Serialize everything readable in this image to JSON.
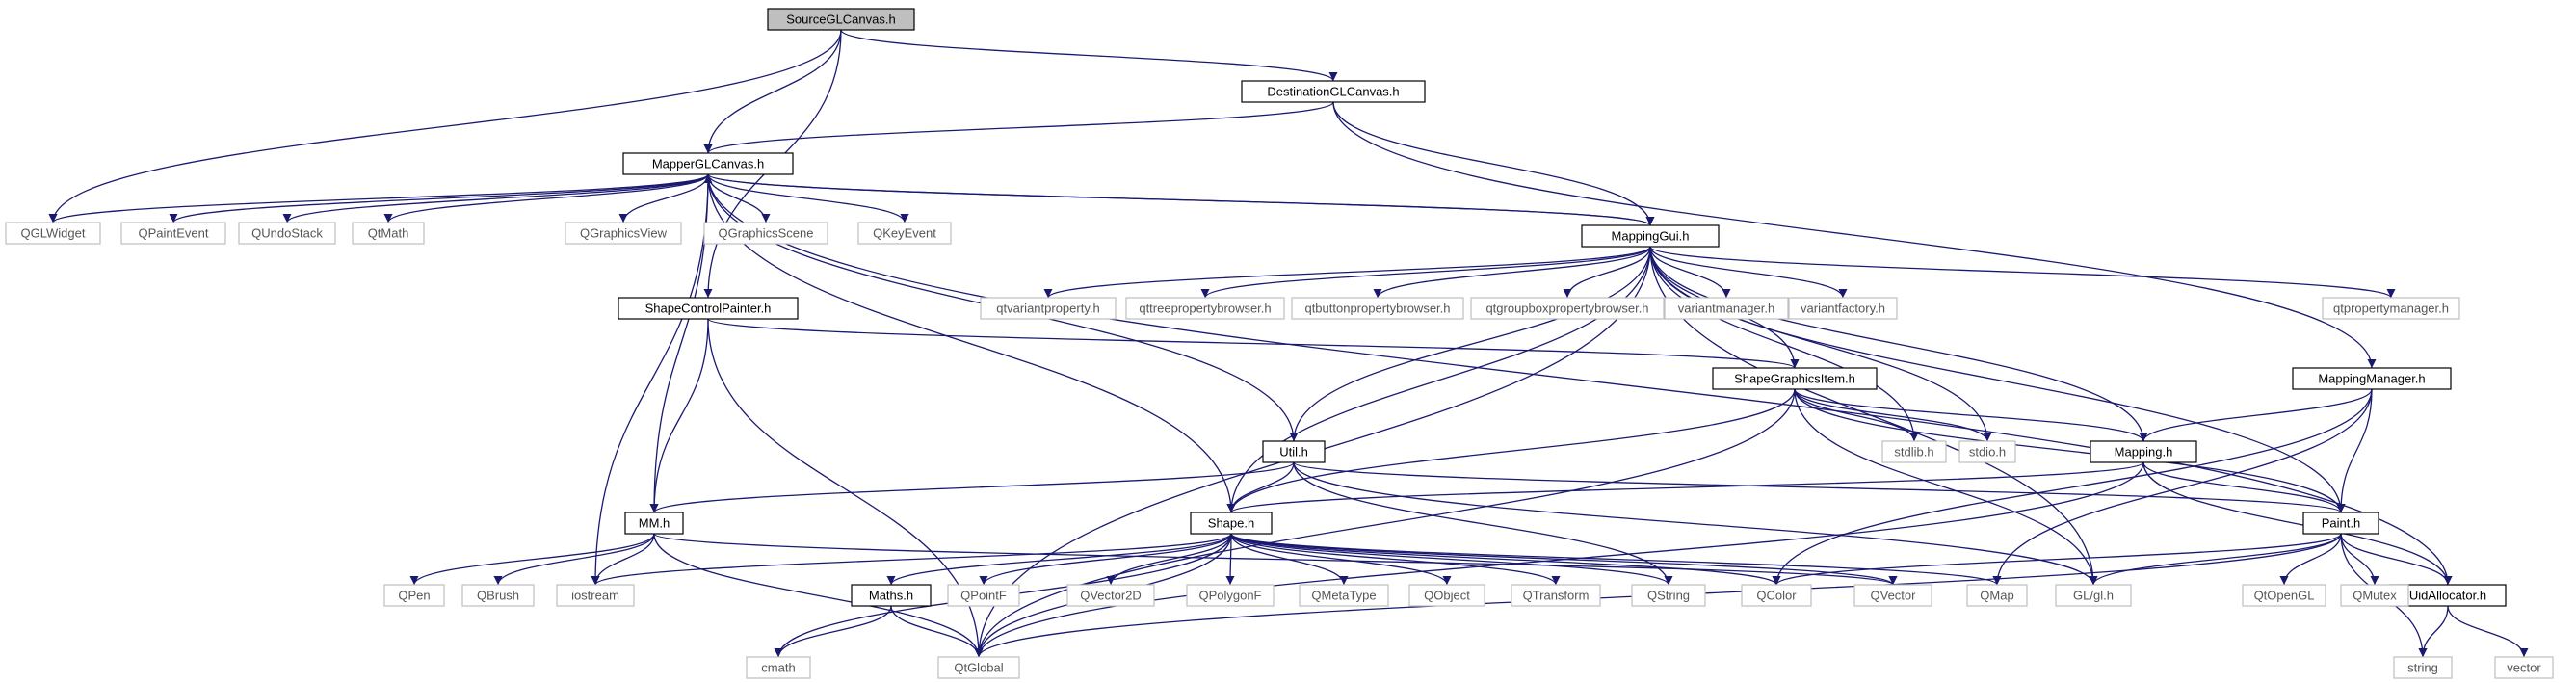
{
  "colors": {
    "edge": "#191970",
    "root_fill": "#bfbfbf",
    "root_border": "#000000",
    "documented_border": "#000000",
    "documented_text": "#000000",
    "external_border": "#bfbfbf",
    "external_text": "#555555",
    "background": "#ffffff"
  },
  "nodes": [
    {
      "id": "SourceGLCanvas",
      "label": "SourceGLCanvas.h",
      "kind": "root"
    },
    {
      "id": "DestinationGLCanvas",
      "label": "DestinationGLCanvas.h",
      "kind": "documented"
    },
    {
      "id": "MapperGLCanvas",
      "label": "MapperGLCanvas.h",
      "kind": "documented"
    },
    {
      "id": "MappingGui",
      "label": "MappingGui.h",
      "kind": "documented"
    },
    {
      "id": "ShapeControlPainter",
      "label": "ShapeControlPainter.h",
      "kind": "documented"
    },
    {
      "id": "ShapeGraphicsItem",
      "label": "ShapeGraphicsItem.h",
      "kind": "documented"
    },
    {
      "id": "MappingManager",
      "label": "MappingManager.h",
      "kind": "documented"
    },
    {
      "id": "Util",
      "label": "Util.h",
      "kind": "documented"
    },
    {
      "id": "Mapping",
      "label": "Mapping.h",
      "kind": "documented"
    },
    {
      "id": "MM",
      "label": "MM.h",
      "kind": "documented"
    },
    {
      "id": "Shape",
      "label": "Shape.h",
      "kind": "documented"
    },
    {
      "id": "Paint",
      "label": "Paint.h",
      "kind": "documented"
    },
    {
      "id": "Maths",
      "label": "Maths.h",
      "kind": "documented"
    },
    {
      "id": "UidAllocator",
      "label": "UidAllocator.h",
      "kind": "documented"
    },
    {
      "id": "QGLWidget",
      "label": "QGLWidget",
      "kind": "external"
    },
    {
      "id": "QPaintEvent",
      "label": "QPaintEvent",
      "kind": "external"
    },
    {
      "id": "QUndoStack",
      "label": "QUndoStack",
      "kind": "external"
    },
    {
      "id": "QtMath",
      "label": "QtMath",
      "kind": "external"
    },
    {
      "id": "QGraphicsView",
      "label": "QGraphicsView",
      "kind": "external"
    },
    {
      "id": "QGraphicsScene",
      "label": "QGraphicsScene",
      "kind": "external"
    },
    {
      "id": "QKeyEvent",
      "label": "QKeyEvent",
      "kind": "external"
    },
    {
      "id": "qtvariantproperty",
      "label": "qtvariantproperty.h",
      "kind": "external"
    },
    {
      "id": "qttreepropertybrowser",
      "label": "qttreepropertybrowser.h",
      "kind": "external"
    },
    {
      "id": "qtbuttonpropertybrowser",
      "label": "qtbuttonpropertybrowser.h",
      "kind": "external"
    },
    {
      "id": "qtgroupboxpropertybrowser",
      "label": "qtgroupboxpropertybrowser.h",
      "kind": "external"
    },
    {
      "id": "variantmanager",
      "label": "variantmanager.h",
      "kind": "external"
    },
    {
      "id": "variantfactory",
      "label": "variantfactory.h",
      "kind": "external"
    },
    {
      "id": "qtpropertymanager",
      "label": "qtpropertymanager.h",
      "kind": "external"
    },
    {
      "id": "stdlib",
      "label": "stdlib.h",
      "kind": "external"
    },
    {
      "id": "stdio",
      "label": "stdio.h",
      "kind": "external"
    },
    {
      "id": "QPen",
      "label": "QPen",
      "kind": "external"
    },
    {
      "id": "QBrush",
      "label": "QBrush",
      "kind": "external"
    },
    {
      "id": "iostream",
      "label": "iostream",
      "kind": "external"
    },
    {
      "id": "QPointF",
      "label": "QPointF",
      "kind": "external"
    },
    {
      "id": "QVector2D",
      "label": "QVector2D",
      "kind": "external"
    },
    {
      "id": "QPolygonF",
      "label": "QPolygonF",
      "kind": "external"
    },
    {
      "id": "QMetaType",
      "label": "QMetaType",
      "kind": "external"
    },
    {
      "id": "QObject",
      "label": "QObject",
      "kind": "external"
    },
    {
      "id": "QTransform",
      "label": "QTransform",
      "kind": "external"
    },
    {
      "id": "QString",
      "label": "QString",
      "kind": "external"
    },
    {
      "id": "QColor",
      "label": "QColor",
      "kind": "external"
    },
    {
      "id": "QVector",
      "label": "QVector",
      "kind": "external"
    },
    {
      "id": "QMap",
      "label": "QMap",
      "kind": "external"
    },
    {
      "id": "GLgl",
      "label": "GL/gl.h",
      "kind": "external"
    },
    {
      "id": "QtOpenGL",
      "label": "QtOpenGL",
      "kind": "external"
    },
    {
      "id": "QMutex",
      "label": "QMutex",
      "kind": "external"
    },
    {
      "id": "cmath",
      "label": "cmath",
      "kind": "external"
    },
    {
      "id": "QtGlobal",
      "label": "QtGlobal",
      "kind": "external"
    },
    {
      "id": "string",
      "label": "string",
      "kind": "external"
    },
    {
      "id": "vector",
      "label": "vector",
      "kind": "external"
    }
  ],
  "edges": [
    [
      "SourceGLCanvas",
      "MapperGLCanvas"
    ],
    [
      "SourceGLCanvas",
      "QGLWidget"
    ],
    [
      "SourceGLCanvas",
      "DestinationGLCanvas"
    ],
    [
      "SourceGLCanvas",
      "ShapeControlPainter"
    ],
    [
      "DestinationGLCanvas",
      "MapperGLCanvas"
    ],
    [
      "DestinationGLCanvas",
      "MappingGui"
    ],
    [
      "DestinationGLCanvas",
      "MappingManager"
    ],
    [
      "MapperGLCanvas",
      "QGLWidget"
    ],
    [
      "MapperGLCanvas",
      "QPaintEvent"
    ],
    [
      "MapperGLCanvas",
      "QUndoStack"
    ],
    [
      "MapperGLCanvas",
      "QtMath"
    ],
    [
      "MapperGLCanvas",
      "QGraphicsView"
    ],
    [
      "MapperGLCanvas",
      "QGraphicsScene"
    ],
    [
      "MapperGLCanvas",
      "QKeyEvent"
    ],
    [
      "MapperGLCanvas",
      "MappingGui"
    ],
    [
      "MapperGLCanvas",
      "iostream"
    ],
    [
      "MapperGLCanvas",
      "MM"
    ],
    [
      "MapperGLCanvas",
      "Shape"
    ],
    [
      "MapperGLCanvas",
      "Util"
    ],
    [
      "MapperGLCanvas",
      "UidAllocator"
    ],
    [
      "MappingGui",
      "MapperGLCanvas"
    ],
    [
      "MappingGui",
      "qtvariantproperty"
    ],
    [
      "MappingGui",
      "qttreepropertybrowser"
    ],
    [
      "MappingGui",
      "qtbuttonpropertybrowser"
    ],
    [
      "MappingGui",
      "qtgroupboxpropertybrowser"
    ],
    [
      "MappingGui",
      "variantmanager"
    ],
    [
      "MappingGui",
      "variantfactory"
    ],
    [
      "MappingGui",
      "qtpropertymanager"
    ],
    [
      "MappingGui",
      "ShapeGraphicsItem"
    ],
    [
      "MappingGui",
      "stdlib"
    ],
    [
      "MappingGui",
      "stdio"
    ],
    [
      "MappingGui",
      "Mapping"
    ],
    [
      "MappingGui",
      "Paint"
    ],
    [
      "MappingGui",
      "Shape"
    ],
    [
      "MappingGui",
      "Util"
    ],
    [
      "MappingGui",
      "GLgl"
    ],
    [
      "MappingGui",
      "QtGlobal"
    ],
    [
      "ShapeControlPainter",
      "MM"
    ],
    [
      "ShapeControlPainter",
      "ShapeGraphicsItem"
    ],
    [
      "ShapeControlPainter",
      "QtGlobal"
    ],
    [
      "ShapeGraphicsItem",
      "stdlib"
    ],
    [
      "ShapeGraphicsItem",
      "stdio"
    ],
    [
      "ShapeGraphicsItem",
      "Mapping"
    ],
    [
      "ShapeGraphicsItem",
      "Paint"
    ],
    [
      "ShapeGraphicsItem",
      "Shape"
    ],
    [
      "ShapeGraphicsItem",
      "QtGlobal"
    ],
    [
      "ShapeGraphicsItem",
      "GLgl"
    ],
    [
      "MappingManager",
      "Mapping"
    ],
    [
      "MappingManager",
      "Paint"
    ],
    [
      "MappingManager",
      "QColor"
    ],
    [
      "MappingManager",
      "QMap"
    ],
    [
      "Mapping",
      "Shape"
    ],
    [
      "Mapping",
      "Paint"
    ],
    [
      "Mapping",
      "UidAllocator"
    ],
    [
      "Mapping",
      "QtGlobal"
    ],
    [
      "Util",
      "MM"
    ],
    [
      "Util",
      "Shape"
    ],
    [
      "Util",
      "Paint"
    ],
    [
      "Util",
      "QString"
    ],
    [
      "Util",
      "GLgl"
    ],
    [
      "MM",
      "QPen"
    ],
    [
      "MM",
      "QBrush"
    ],
    [
      "MM",
      "iostream"
    ],
    [
      "MM",
      "QtGlobal"
    ],
    [
      "MM",
      "QVector"
    ],
    [
      "Shape",
      "iostream"
    ],
    [
      "Shape",
      "cmath"
    ],
    [
      "Shape",
      "Maths"
    ],
    [
      "Shape",
      "QtGlobal"
    ],
    [
      "Shape",
      "QPointF"
    ],
    [
      "Shape",
      "QVector2D"
    ],
    [
      "Shape",
      "QPolygonF"
    ],
    [
      "Shape",
      "QMetaType"
    ],
    [
      "Shape",
      "QObject"
    ],
    [
      "Shape",
      "QTransform"
    ],
    [
      "Shape",
      "QString"
    ],
    [
      "Shape",
      "QColor"
    ],
    [
      "Shape",
      "QVector"
    ],
    [
      "Shape",
      "QMap"
    ],
    [
      "Paint",
      "QColor"
    ],
    [
      "Paint",
      "GLgl"
    ],
    [
      "Paint",
      "QtOpenGL"
    ],
    [
      "Paint",
      "QMutex"
    ],
    [
      "Paint",
      "UidAllocator"
    ],
    [
      "Paint",
      "string"
    ],
    [
      "Paint",
      "QtGlobal"
    ],
    [
      "Maths",
      "cmath"
    ],
    [
      "Maths",
      "QtGlobal"
    ],
    [
      "UidAllocator",
      "string"
    ],
    [
      "UidAllocator",
      "vector"
    ]
  ]
}
